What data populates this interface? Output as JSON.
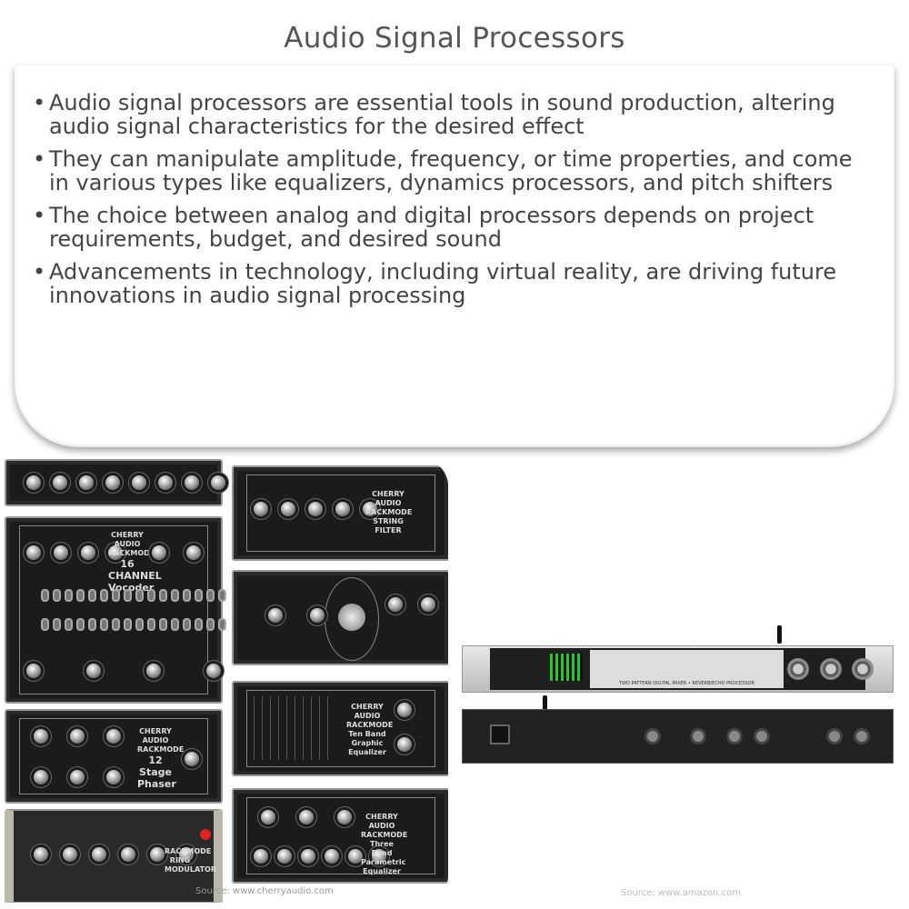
{
  "title": "Audio Signal Processors",
  "bullets": [
    "Audio signal processors are essential tools in sound production, altering audio signal characteristics for the desired effect",
    "They can manipulate amplitude, frequency, or time properties, and come in various types like equalizers, dynamics processors, and pitch shifters",
    "The choice between analog and digital processors depends on project requirements, budget, and desired sound",
    "Advancements in technology, including virtual reality, are driving future innovations in audio signal processing"
  ],
  "left_image": {
    "brand": "CHERRY AUDIO",
    "series": "RACKMODE",
    "panels": [
      "16 CHANNEL Vocoder",
      "12 Stage Phaser",
      "STRING FILTER",
      "Ten Band Graphic Equalizer",
      "Three Band Parametric Equalizer",
      "RING MODULATOR"
    ],
    "source": "Source: www.cherryaudio.com"
  },
  "right_image": {
    "caption": "TWO PATTERN DIGITAL MIXER • REVERB/ECHO PROCESSOR",
    "source": "Source: www.amazon.com"
  }
}
